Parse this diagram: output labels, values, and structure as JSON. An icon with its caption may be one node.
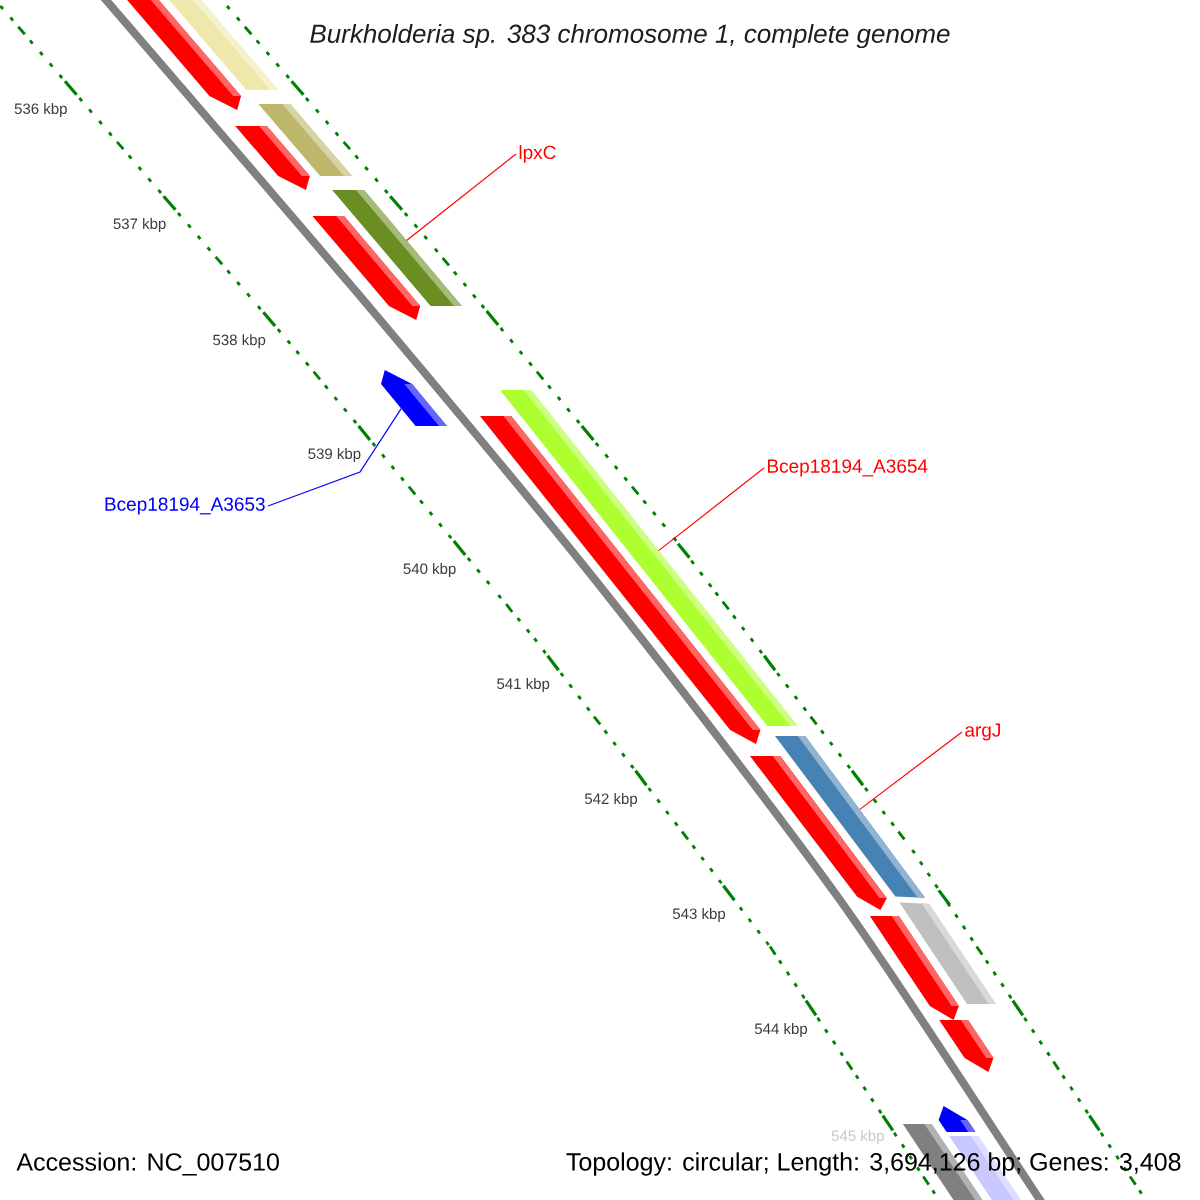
{
  "diagram": {
    "title": "Burkholderia sp. 383 chromosome 1, complete genome",
    "nodes": [
      {
        "text": [
          "lpxC"
        ]
      },
      {
        "text": [],
        "shape": "bar"
      },
      {
        "text": [
          "Bcep18194_A3654"
        ]
      },
      {
        "text": [],
        "shape": "bar"
      },
      {
        "text": [
          "Bcep18194_A3653"
        ]
      },
      {
        "text": [],
        "shape": "arrow"
      },
      {
        "text": [
          "argJ"
        ]
      },
      {
        "text": [],
        "shape": "bar"
      }
    ],
    "edges": [
      {
        "from": 0,
        "to": 1,
        "arrow": "none"
      },
      {
        "from": 2,
        "to": 3,
        "arrow": "none"
      },
      {
        "from": 4,
        "to": 5,
        "arrow": "none",
        "color": "#0000ff"
      },
      {
        "from": 6,
        "to": 7,
        "arrow": "none"
      }
    ],
    "labels": [
      "536 kbp",
      "537 kbp",
      "538 kbp",
      "539 kbp",
      "540 kbp",
      "541 kbp",
      "542 kbp",
      "543 kbp",
      "544 kbp",
      "545 kbp",
      "Accession: NC_007510",
      "Topology: circular; Length: 3,694,126 bp; Genes: 3,408"
    ]
  }
}
